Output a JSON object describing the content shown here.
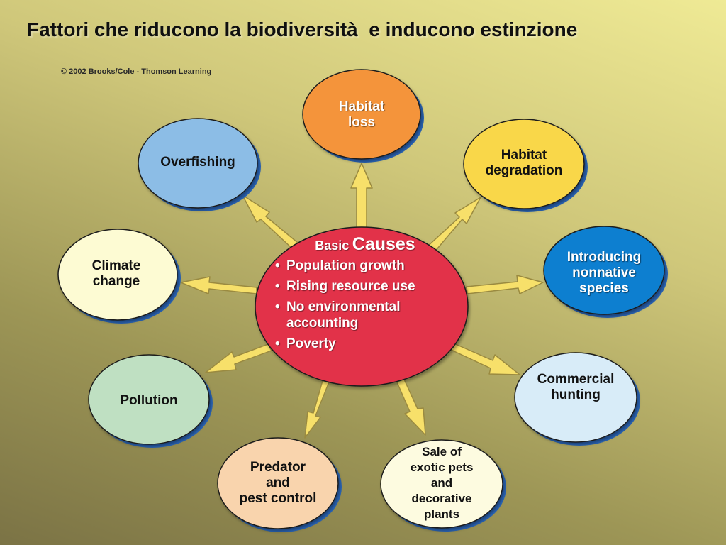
{
  "title": "Fattori che riducono la biodiversità  e inducono estinzione",
  "copyright": "© 2002 Brooks/Cole - Thomson Learning",
  "colors": {
    "center": "#e23048",
    "habitat_loss": "#f4943a",
    "habitat_degradation": "#f9d74a",
    "introducing": "#0a7fd0",
    "commercial": "#d8ecf8",
    "sale": "#fdfbe0",
    "predator": "#f9d4ad",
    "pollution": "#bfe0c2",
    "climate": "#fdfbd3",
    "overfishing": "#8cbde6",
    "arrow": "#f7e06a"
  },
  "center": {
    "title_small": "Basic",
    "title_large": "Causes",
    "items": [
      "Population growth",
      "Rising resource use",
      "No environmental accounting",
      "Poverty"
    ]
  },
  "nodes": {
    "habitat_loss": [
      "Habitat",
      "loss"
    ],
    "habitat_degradation": [
      "Habitat",
      "degradation"
    ],
    "introducing": [
      "Introducing",
      "nonnative",
      "species"
    ],
    "commercial": [
      "Commercial",
      "hunting"
    ],
    "sale": [
      "Sale of",
      "exotic pets",
      "and",
      "decorative",
      "plants"
    ],
    "predator": [
      "Predator",
      "and",
      "pest control"
    ],
    "pollution": [
      "Pollution"
    ],
    "climate": [
      "Climate",
      "change"
    ],
    "overfishing": [
      "Overfishing"
    ]
  }
}
